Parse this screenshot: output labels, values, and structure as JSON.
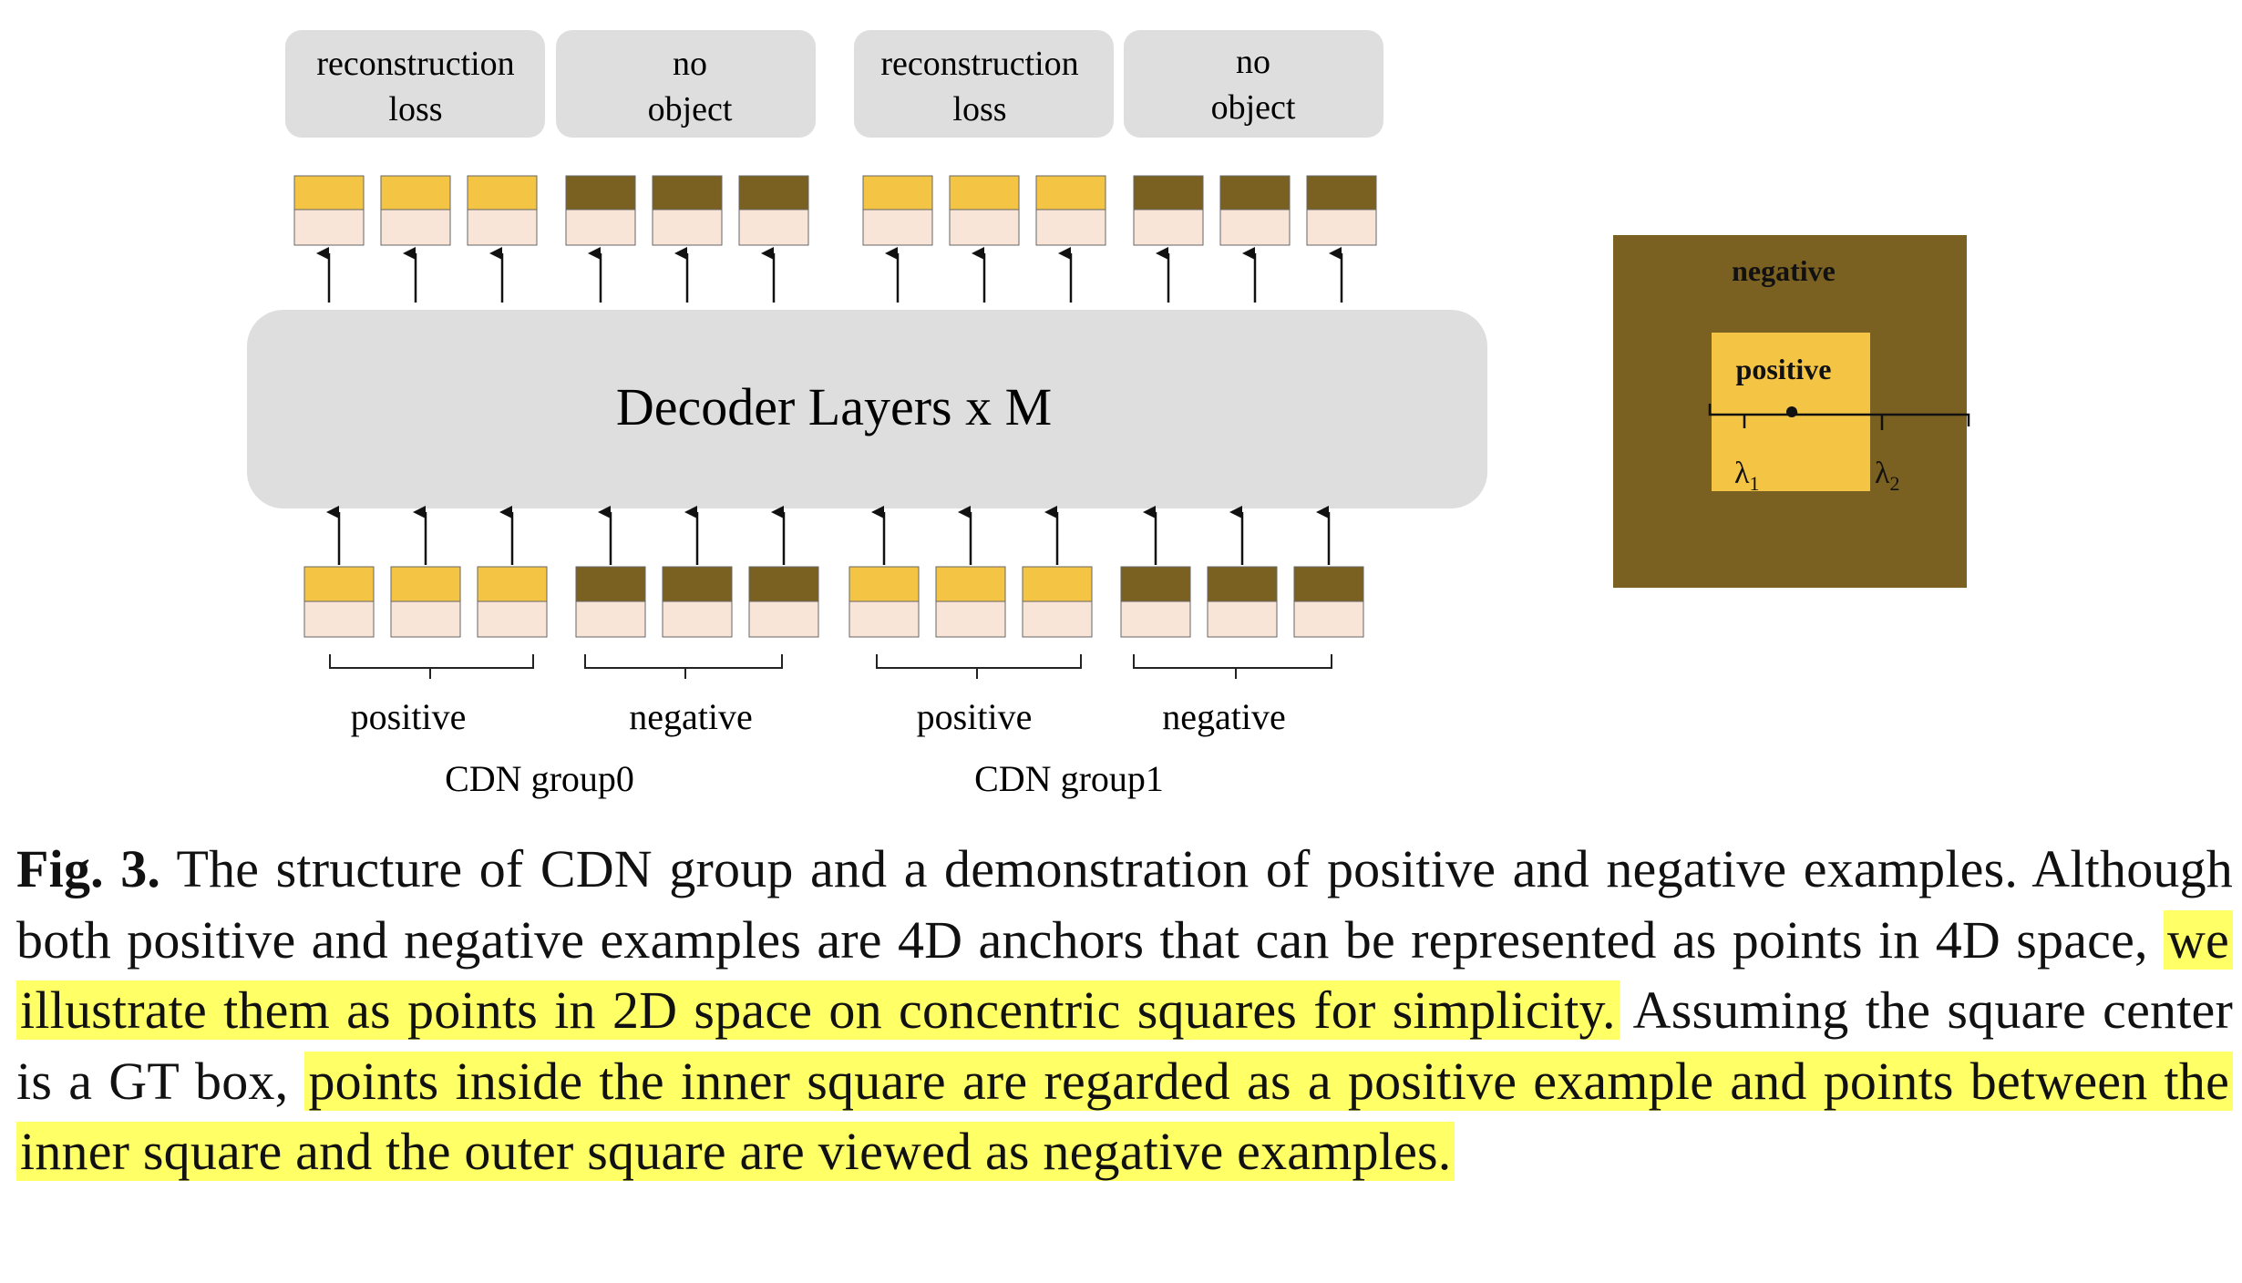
{
  "colors": {
    "positive": "#f4c444",
    "negative": "#7a6121",
    "token_bottom": "#f9e4d8",
    "panel_gray": "#dedede",
    "highlight": "#ffff66"
  },
  "output_labels": [
    {
      "line1": "reconstruction",
      "line2": "loss"
    },
    {
      "line1": "no",
      "line2": "object"
    },
    {
      "line1": "reconstruction",
      "line2": "loss"
    },
    {
      "line1": "no",
      "line2": "object"
    }
  ],
  "decoder": {
    "label": "Decoder Layers x M"
  },
  "groups": [
    {
      "name": "CDN group0",
      "positive_label": "positive",
      "negative_label": "negative"
    },
    {
      "name": "CDN group1",
      "positive_label": "positive",
      "negative_label": "negative"
    }
  ],
  "inset": {
    "outer_label": "negative",
    "inner_label": "positive",
    "lambda1": "λ",
    "lambda1_sub": "1",
    "lambda2": "λ",
    "lambda2_sub": "2"
  },
  "caption": {
    "fig_label": "Fig. 3.",
    "segments": [
      {
        "text": " The structure of CDN group and a demonstration of positive and negative examples. Although both positive and negative examples are 4D anchors that can be represented as points in 4D space, ",
        "highlight": false
      },
      {
        "text": "we illustrate them as points in 2D space on concentric squares for simplicity.",
        "highlight": true
      },
      {
        "text": " Assuming the square center is a GT box, ",
        "highlight": false
      },
      {
        "text": "points inside the inner square are regarded as a positive example and points between the inner square and the outer square are viewed as negative examples.",
        "highlight": true
      }
    ]
  }
}
